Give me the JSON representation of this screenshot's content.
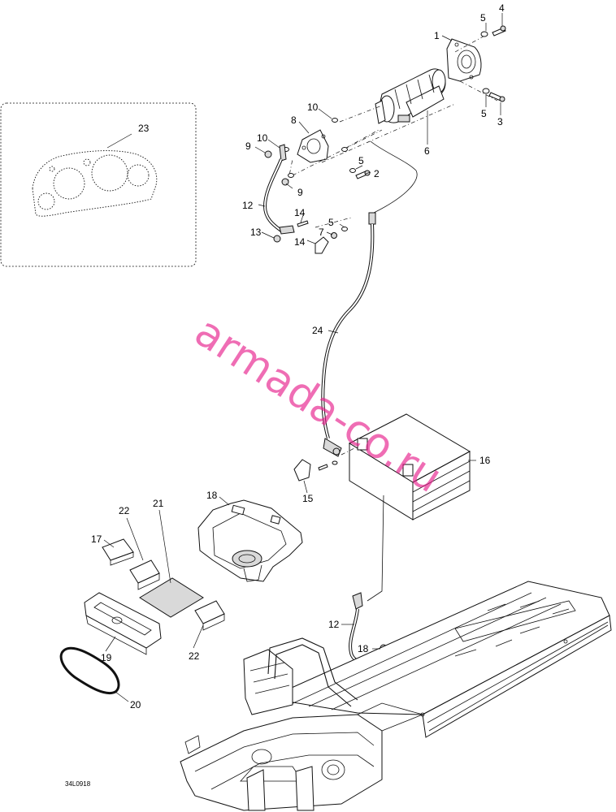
{
  "diagram": {
    "drawing_code": "34L0918",
    "watermark": "armada-co.ru",
    "callouts": {
      "c1": "1",
      "c2": "2",
      "c3": "3",
      "c4": "4",
      "c5a": "5",
      "c5b": "5",
      "c5c": "5",
      "c5d": "5",
      "c6": "6",
      "c7": "7",
      "c8": "8",
      "c9a": "9",
      "c9b": "9",
      "c10a": "10",
      "c10b": "10",
      "c12a": "12",
      "c12b": "12",
      "c13": "13",
      "c14a": "14",
      "c14b": "14",
      "c15": "15",
      "c16": "16",
      "c17": "17",
      "c18a": "18",
      "c18b": "18",
      "c19": "19",
      "c20": "20",
      "c21": "21",
      "c22a": "22",
      "c22b": "22",
      "c23": "23",
      "c24": "24"
    },
    "colors": {
      "line": "#111111",
      "watermark": "#e61e8c",
      "background": "#ffffff"
    }
  }
}
